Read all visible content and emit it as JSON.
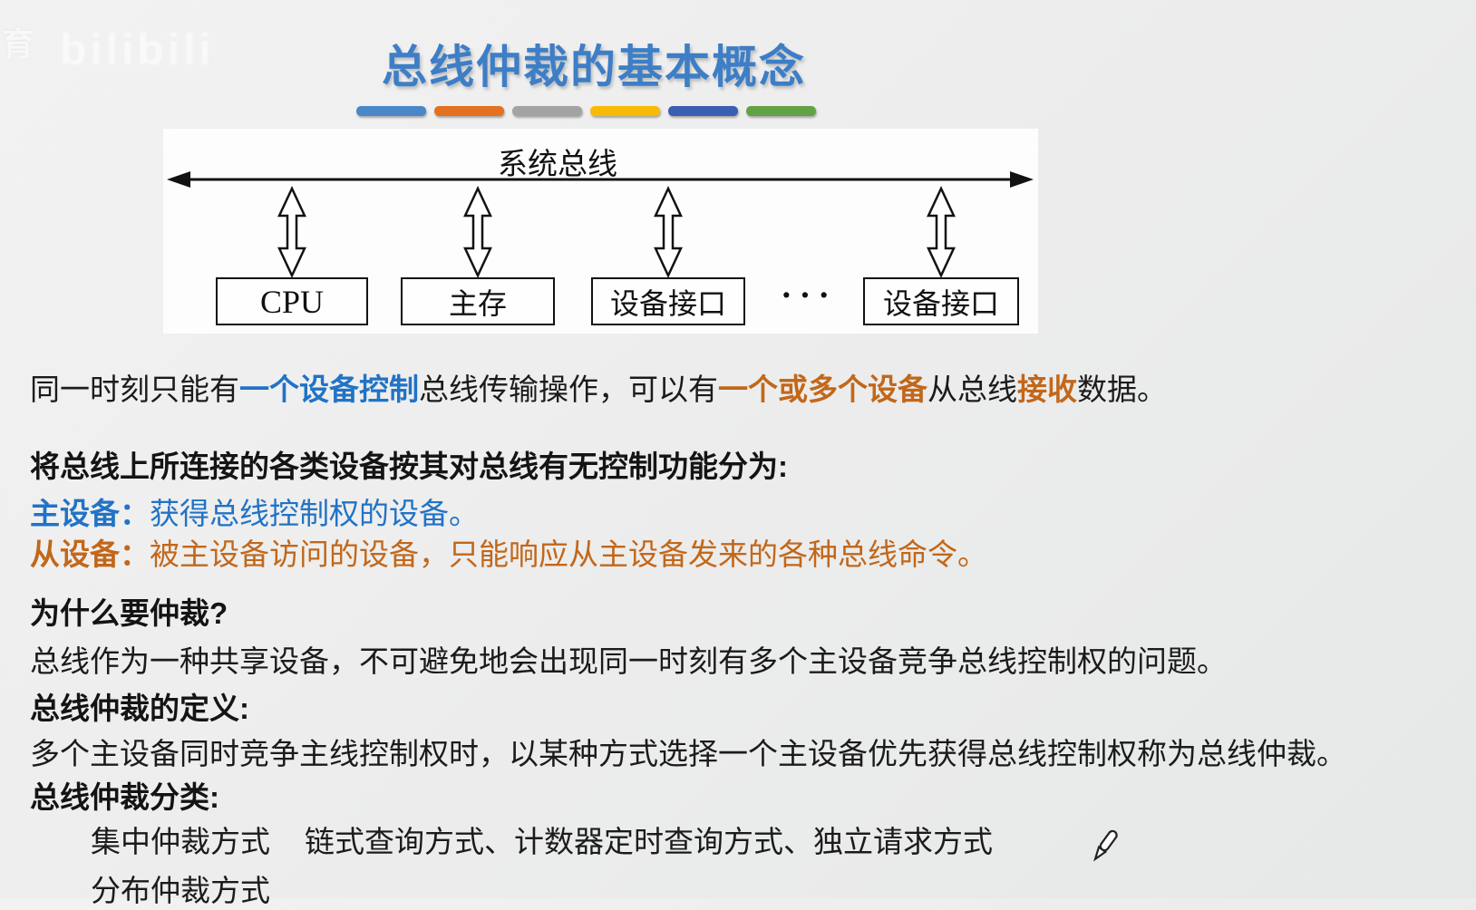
{
  "watermark": {
    "partial_char": "育",
    "site_logo": "bilibili"
  },
  "header": {
    "title": "总线仲裁的基本概念"
  },
  "divider": {
    "colors": [
      "#4a87c9",
      "#e4711f",
      "#a3a3a3",
      "#f7bb06",
      "#3a5fb0",
      "#61a244"
    ]
  },
  "diagram": {
    "bus_label": "系统总线",
    "ellipsis": "···",
    "nodes": [
      {
        "label": "CPU"
      },
      {
        "label": "主存"
      },
      {
        "label": "设备接口"
      },
      {
        "label": "设备接口"
      }
    ]
  },
  "content": {
    "intro": {
      "seg1": "同一时刻只能有",
      "seg2": "一个设备控制",
      "seg3": "总线传输操作，可以有",
      "seg4": "一个或多个设备",
      "seg5": "从总线",
      "seg6": "接收",
      "seg7": "数据。"
    },
    "classify_heading": "将总线上所连接的各类设备按其对总线有无控制功能分为:",
    "master": {
      "label": "主设备：",
      "desc": "获得总线控制权的设备。"
    },
    "slave": {
      "label": "从设备：",
      "desc": "被主设备访问的设备，只能响应从主设备发来的各种总线命令。"
    },
    "why": {
      "heading": "为什么要仲裁?",
      "body": "总线作为一种共享设备，不可避免地会出现同一时刻有多个主设备竞争总线控制权的问题。"
    },
    "definition": {
      "heading": "总线仲裁的定义:",
      "body": "多个主设备同时竞争主线控制权时，以某种方式选择一个主设备优先获得总线控制权称为总线仲裁。"
    },
    "classification": {
      "heading": "总线仲裁分类:",
      "item1_label": "集中仲裁方式",
      "item1_detail": "链式查询方式、计数器定时查询方式、独立请求方式",
      "item2_label": "分布仲裁方式"
    }
  },
  "colors": {
    "title_blue": "#3d7ec6",
    "text_blue": "#2173c5",
    "text_orange": "#c2671a"
  }
}
